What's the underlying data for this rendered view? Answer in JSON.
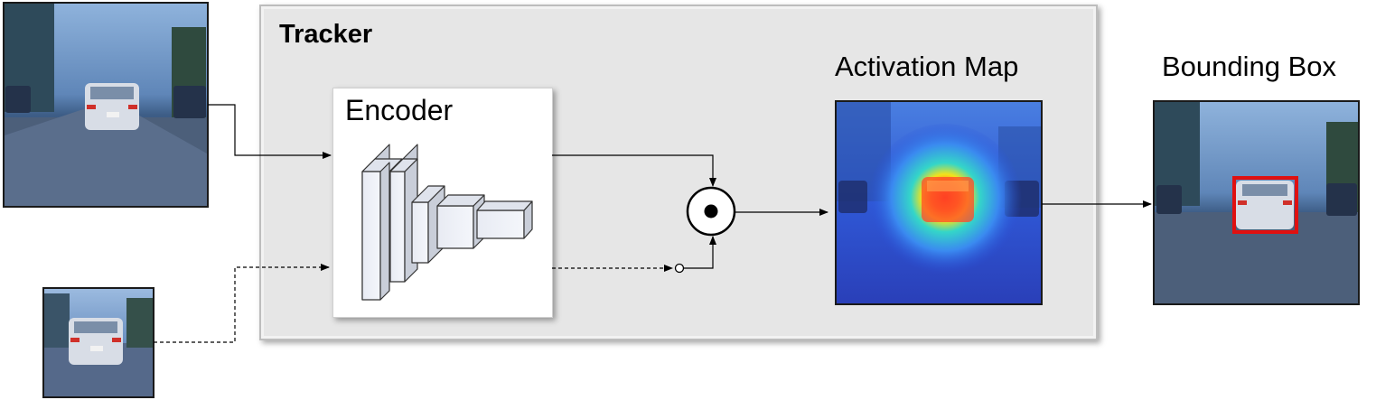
{
  "tracker": {
    "title": "Tracker"
  },
  "encoder": {
    "title": "Encoder"
  },
  "activation_map": {
    "title": "Activation Map"
  },
  "bounding_box": {
    "title": "Bounding Box"
  },
  "colors": {
    "box_fill": "#e6e6e6",
    "highlight_box": "#e01010",
    "heat_hot": "#ff2a10",
    "heat_cold": "#2a4fd8"
  },
  "icons": {
    "multiply_operator": "circle-dot-icon"
  }
}
